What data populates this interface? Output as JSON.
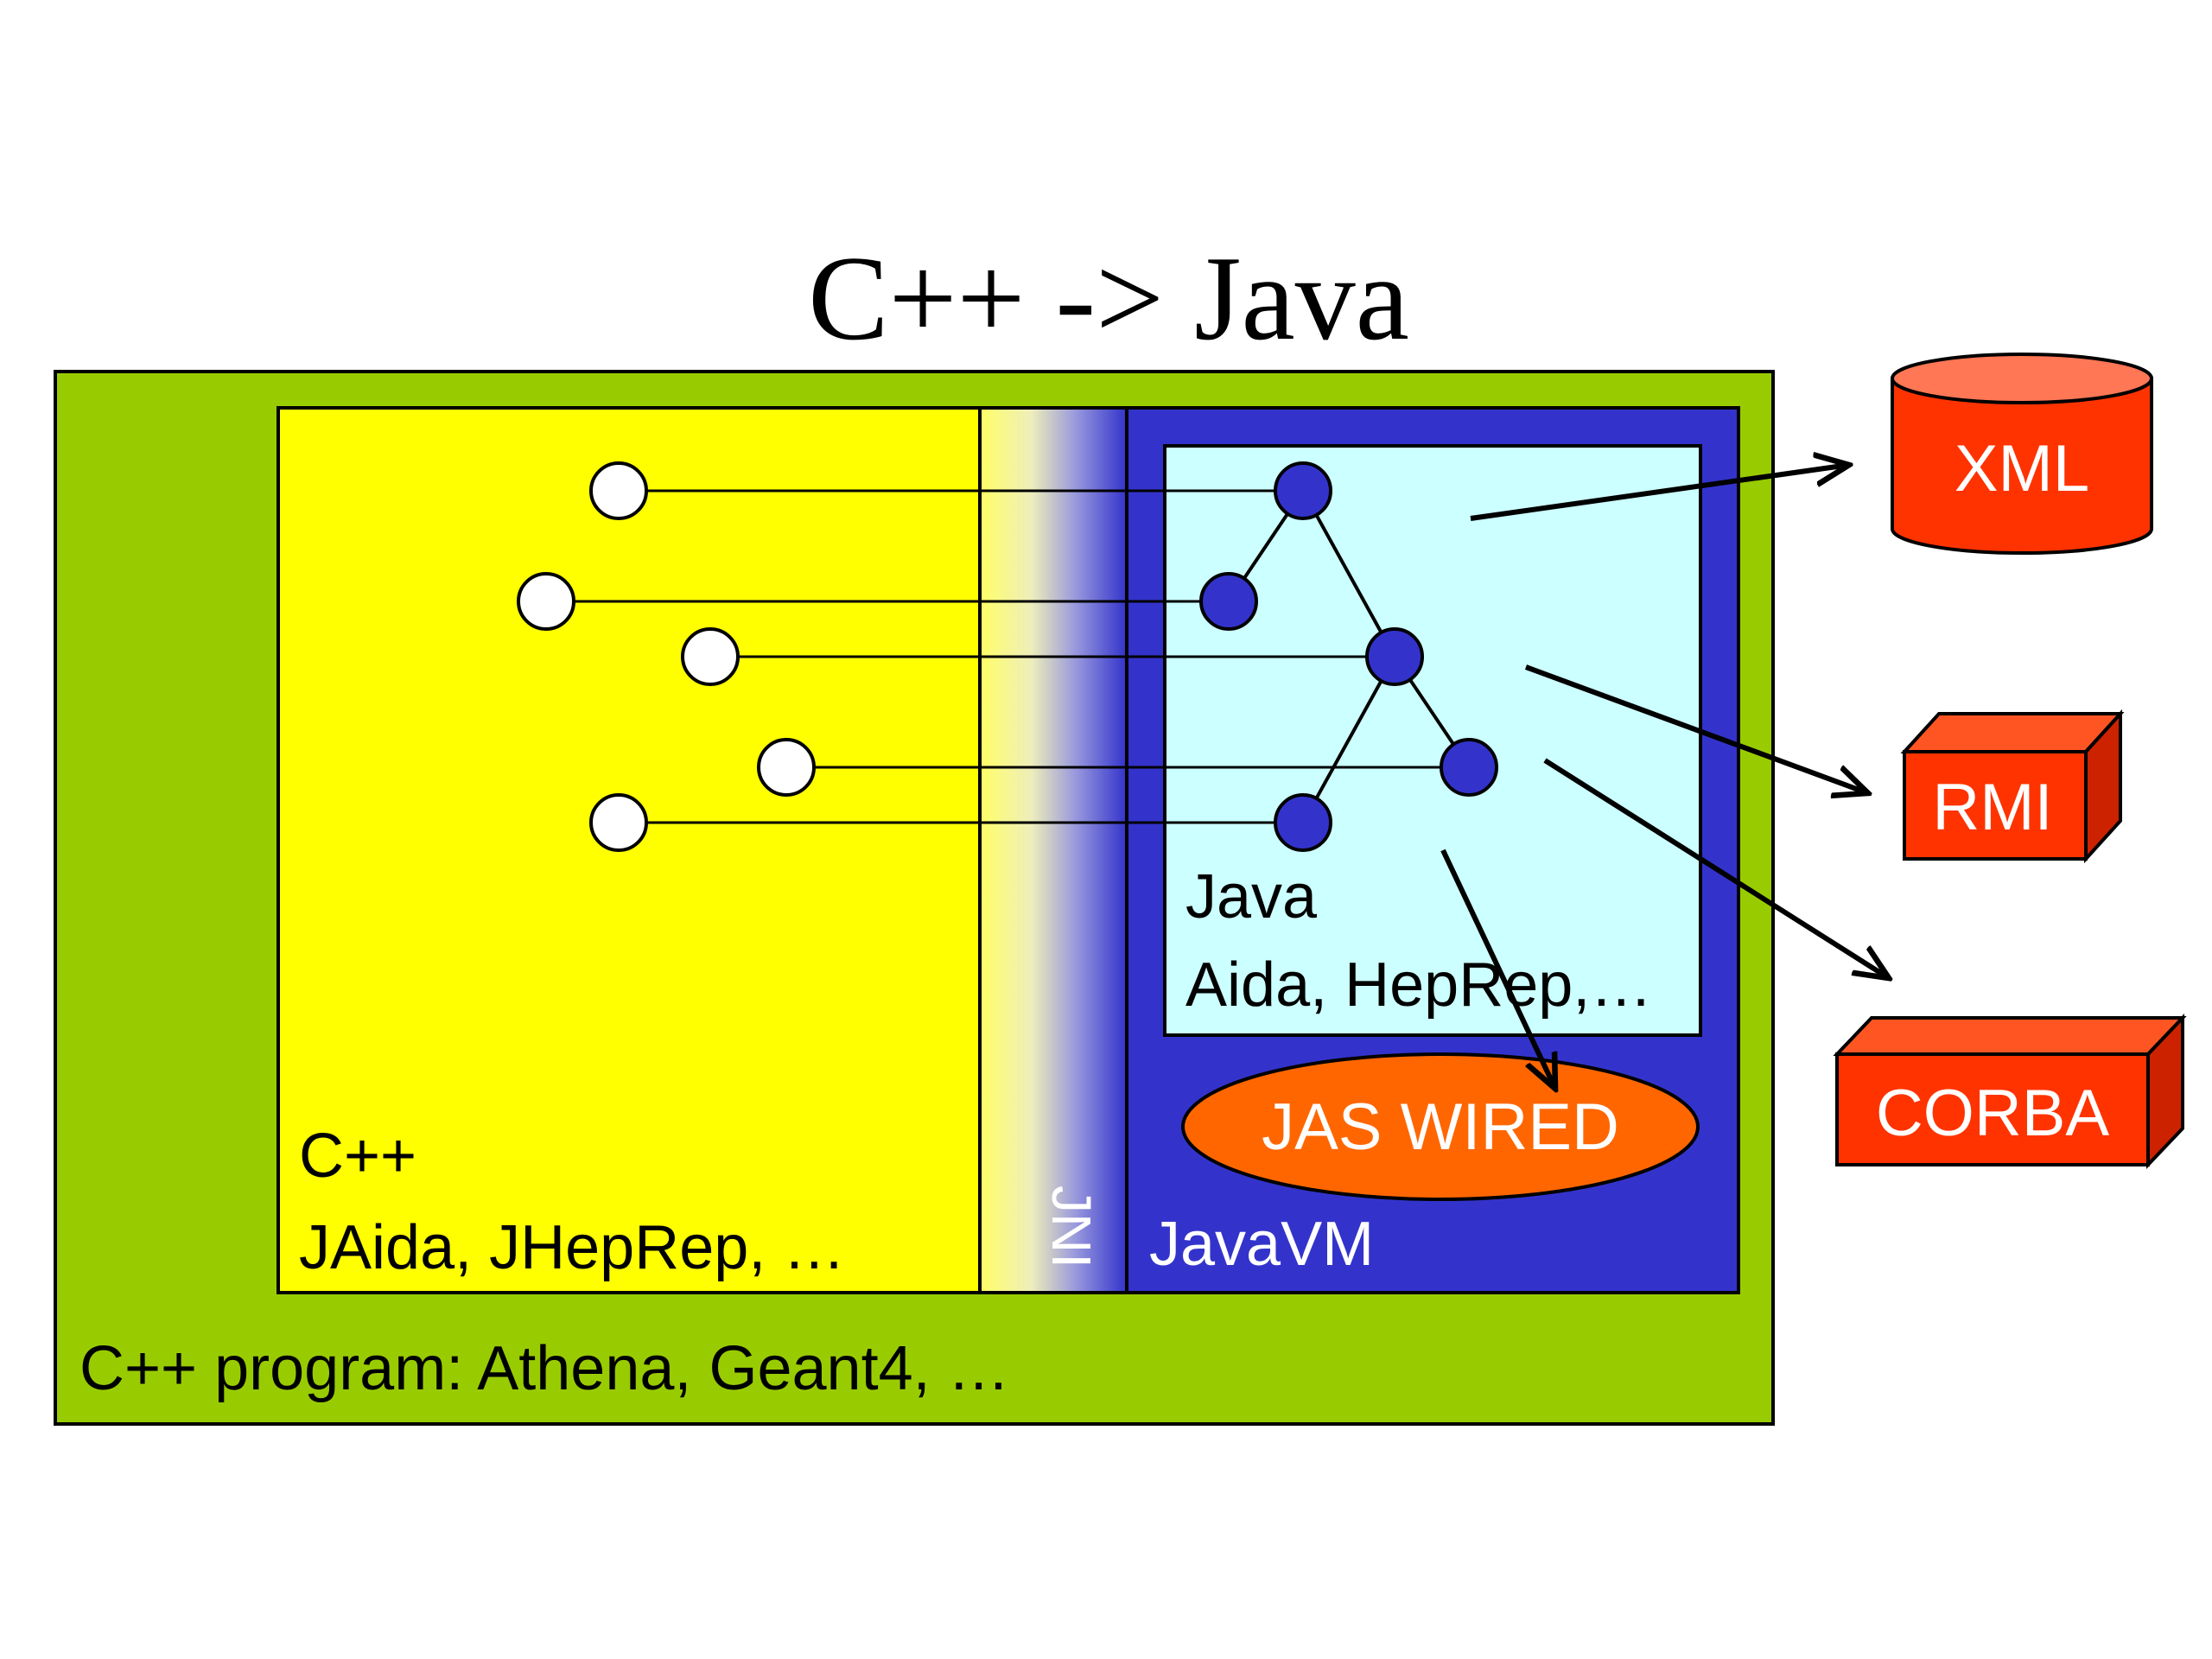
{
  "title": "C++ -> Java",
  "outer_box": {
    "label": "C++ program: Athena, Geant4, …"
  },
  "cpp_panel": {
    "line1": "C++",
    "line2": "JAida, JHepRep, …"
  },
  "jni_panel": {
    "label": "JNI"
  },
  "jvm_panel": {
    "label": "JavaVM"
  },
  "java_panel": {
    "line1": "Java",
    "line2": "Aida, HepRep,…"
  },
  "jas_wired": {
    "label": "JAS WIRED"
  },
  "outputs": {
    "xml": {
      "label": "XML",
      "shape": "cylinder"
    },
    "rmi": {
      "label": "RMI",
      "shape": "box"
    },
    "corba": {
      "label": "CORBA",
      "shape": "box"
    }
  },
  "colors": {
    "outer_green": "#99cc00",
    "cpp_yellow": "#ffff00",
    "jvm_blue": "#3333cc",
    "java_cyan": "#ccffff",
    "node_blue": "#3333cc",
    "jas_orange": "#ff6600",
    "output_red": "#ff3300"
  }
}
